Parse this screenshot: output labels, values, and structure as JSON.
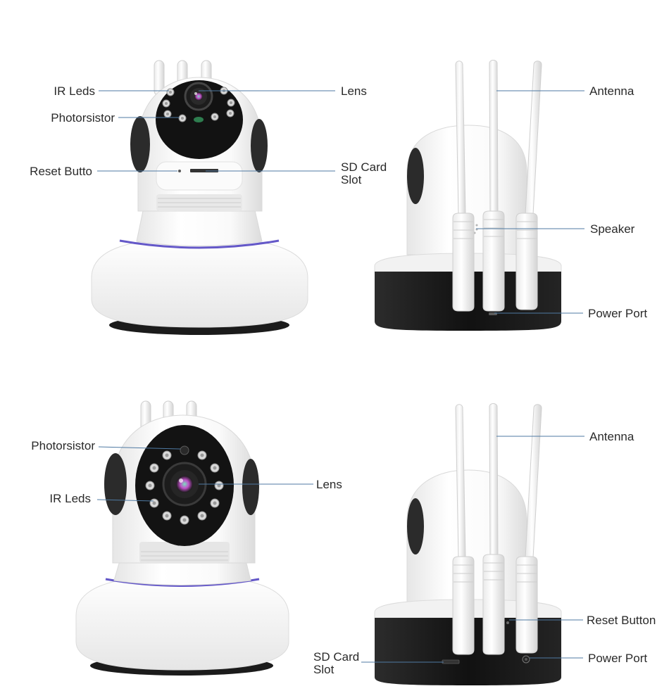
{
  "colors": {
    "leader_line": "#4f7aa3",
    "label_text": "#2a2a2a",
    "accent_stripe": "#6458c8"
  },
  "front_view_1": {
    "labels": {
      "ir_leds": "IR Leds",
      "photorsistor": "Photorsistor",
      "reset": "Reset Butto",
      "lens": "Lens",
      "sd_card_slot": [
        "SD Card",
        "Slot"
      ]
    }
  },
  "back_view_1": {
    "labels": {
      "antenna": "Antenna",
      "speaker": "Speaker",
      "power_port": "Power Port"
    }
  },
  "front_view_2": {
    "labels": {
      "photorsistor": "Photorsistor",
      "ir_leds": "IR Leds",
      "lens": "Lens"
    }
  },
  "back_view_2": {
    "labels": {
      "antenna": "Antenna",
      "reset_button": "Reset Button",
      "sd_card_slot": [
        "SD Card",
        "Slot"
      ],
      "power_port": "Power Port"
    }
  }
}
